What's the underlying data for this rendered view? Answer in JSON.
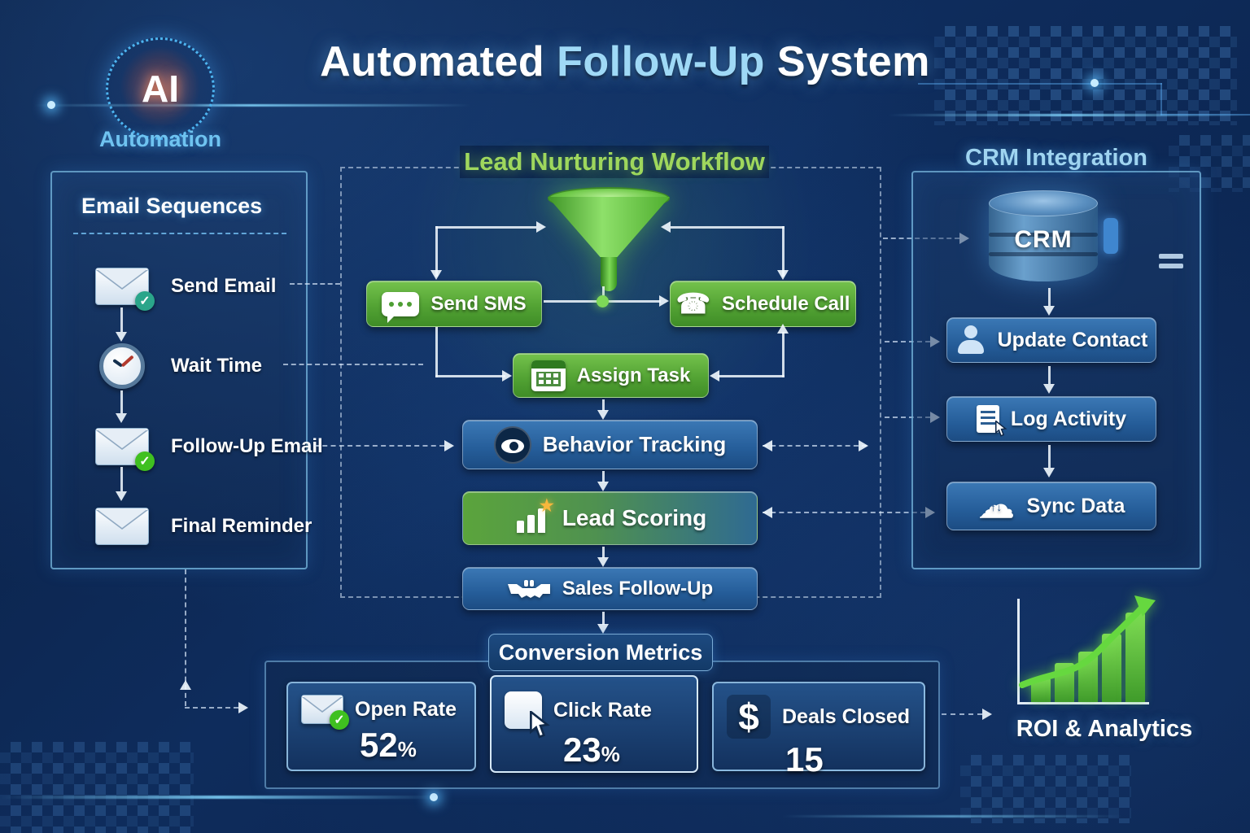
{
  "header": {
    "title_part1": "Automated",
    "title_part2": "Follow-Up",
    "title_part3": "System"
  },
  "logo": {
    "text": "AI",
    "caption": "Automation"
  },
  "email_sequences": {
    "title": "Email Sequences",
    "items": [
      {
        "label": "Send Email",
        "icon": "email-check-icon"
      },
      {
        "label": "Wait Time",
        "icon": "clock-icon"
      },
      {
        "label": "Follow-Up Email",
        "icon": "email-check-icon"
      },
      {
        "label": "Final Reminder",
        "icon": "email-icon"
      }
    ]
  },
  "workflow": {
    "title": "Lead Nurturing Workflow",
    "funnel_icon": "funnel-icon",
    "nodes": [
      {
        "label": "Send SMS",
        "icon": "sms-bubble-icon",
        "style": "green"
      },
      {
        "label": "Schedule Call",
        "icon": "phone-icon",
        "style": "green"
      },
      {
        "label": "Assign Task",
        "icon": "calendar-icon",
        "style": "green"
      },
      {
        "label": "Behavior Tracking",
        "icon": "eye-icon",
        "style": "blue"
      },
      {
        "label": "Lead Scoring",
        "icon": "bar-chart-star-icon",
        "style": "green-blue"
      },
      {
        "label": "Sales Follow-Up",
        "icon": "handshake-icon",
        "style": "blue"
      }
    ]
  },
  "crm": {
    "title": "CRM Integration",
    "database_label": "CRM",
    "items": [
      {
        "label": "Update Contact",
        "icon": "person-icon"
      },
      {
        "label": "Log Activity",
        "icon": "log-icon"
      },
      {
        "label": "Sync Data",
        "icon": "cloud-sync-icon"
      }
    ]
  },
  "metrics": {
    "title": "Conversion Metrics",
    "cards": [
      {
        "label": "Open Rate",
        "value": "52",
        "unit": "%",
        "icon": "envelope-check-icon"
      },
      {
        "label": "Click Rate",
        "value": "23",
        "unit": "%",
        "icon": "cursor-icon"
      },
      {
        "label": "Deals Closed",
        "value": "15",
        "unit": "",
        "icon": "dollar-icon"
      }
    ]
  },
  "analytics": {
    "label": "ROI & Analytics",
    "icon": "growth-chart-icon"
  },
  "colors": {
    "background": "#0b2450",
    "green_node": "#55a735",
    "blue_node": "#2a619e",
    "accent_blue": "#9fd9f6",
    "workflow_title_green": "#9fd75d"
  }
}
